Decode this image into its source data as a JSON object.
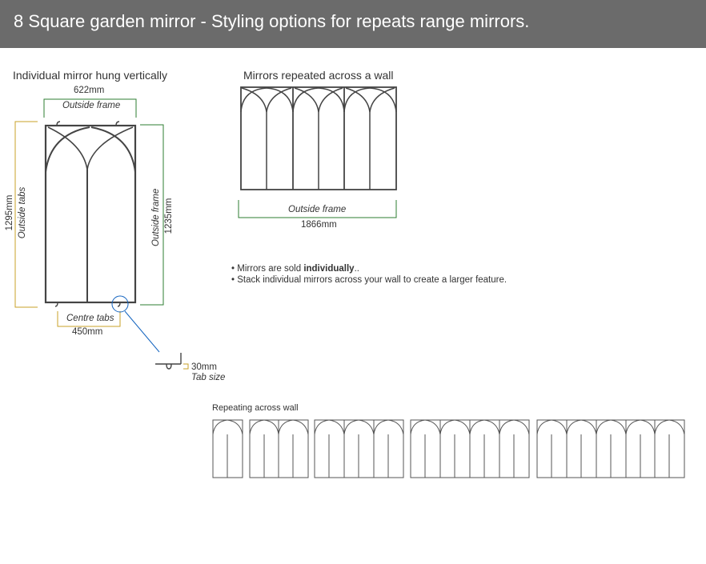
{
  "header": {
    "title": "8 Square garden mirror - Styling options for repeats range mirrors."
  },
  "single": {
    "heading": "Individual mirror hung vertically",
    "width_value": "622mm",
    "width_label": "Outside frame",
    "height_tabs_value": "1295mm",
    "height_tabs_label": "Outside tabs",
    "height_frame_label": "Outside frame",
    "height_frame_value": "1235mm",
    "centre_label": "Centre tabs",
    "centre_value": "450mm",
    "tab_value": "30mm",
    "tab_label": "Tab size"
  },
  "repeat": {
    "heading": "Mirrors repeated across a wall",
    "width_label": "Outside frame",
    "width_value": "1866mm"
  },
  "notes": {
    "line1_prefix": "Mirrors are sold ",
    "line1_bold": "individually",
    "line1_suffix": "..",
    "line2": "Stack individual mirrors across your wall to create a larger feature."
  },
  "wall": {
    "label": "Repeating across wall",
    "groups": [
      1,
      2,
      3,
      4,
      5
    ]
  },
  "colors": {
    "header_bg": "#6b6b6b",
    "green": "#2e7d32",
    "gold": "#c9a227",
    "blue": "#1565c0",
    "line": "#444444"
  }
}
